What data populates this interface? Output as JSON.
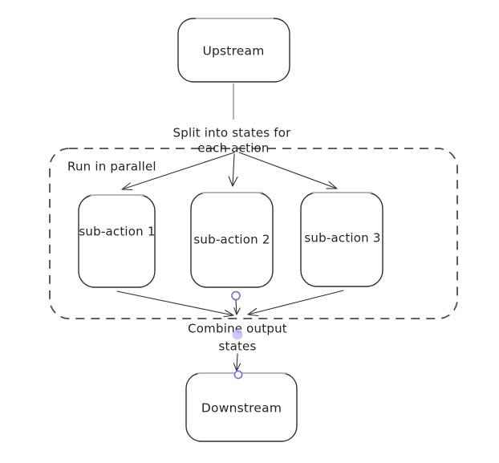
{
  "nodes": {
    "upstream": {
      "label": "Upstream"
    },
    "sub_action_1": {
      "label": "sub-action 1"
    },
    "sub_action_2": {
      "label": "sub-action 2"
    },
    "sub_action_3": {
      "label": "sub-action 3"
    },
    "downstream": {
      "label": "Downstream"
    }
  },
  "groups": {
    "parallel": {
      "label": "Run in parallel"
    }
  },
  "edge_labels": {
    "split": {
      "line1": "Split into states for",
      "line2": "each action"
    },
    "combine": {
      "line1": "Combine output",
      "line2": "states"
    }
  },
  "colors": {
    "background": "#ffffff",
    "stroke": "#2f2f2f",
    "dashed_border": "#4c4c4c",
    "connector_gray": "#9a9a9a",
    "sketch_gray": "#bdbdbd",
    "accent_purple": "#6965db",
    "binding_dot": "#c0b9f6",
    "text": "#242424"
  }
}
